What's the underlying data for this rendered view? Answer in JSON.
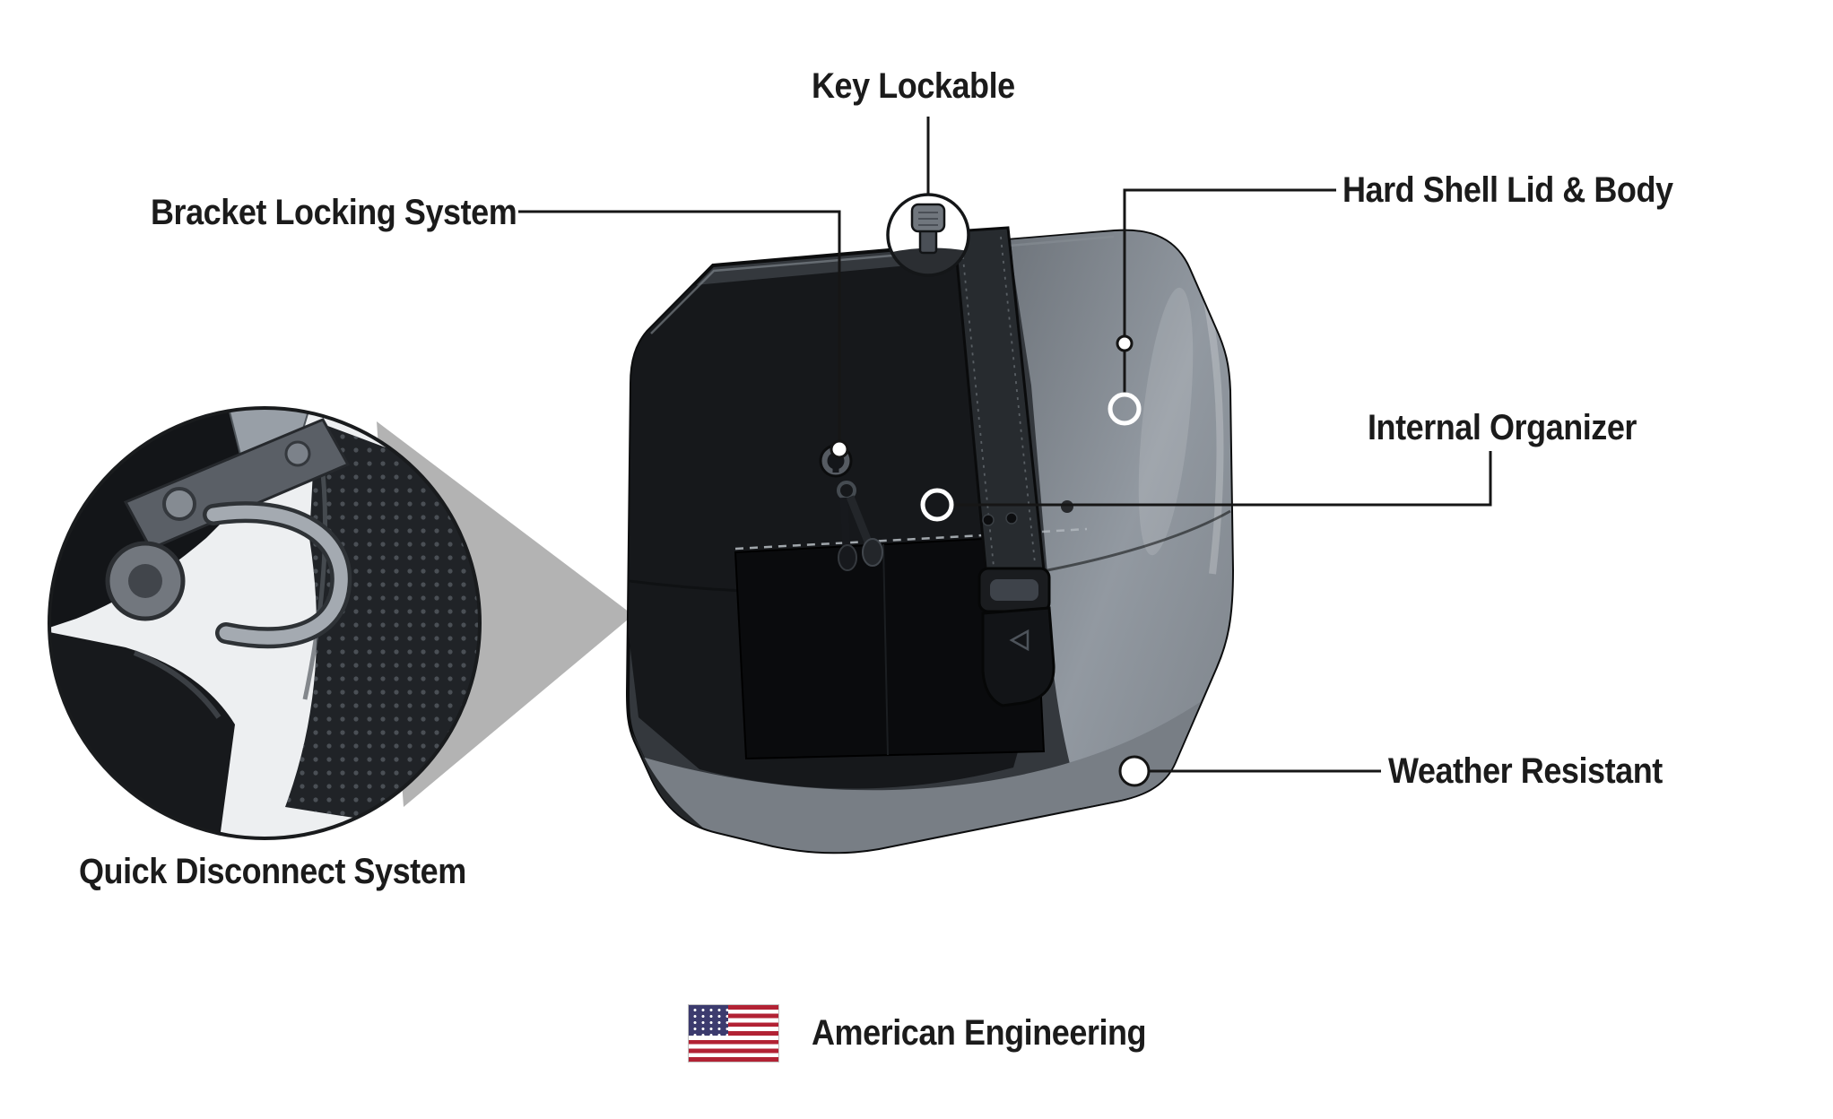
{
  "page": {
    "background_color": "#ffffff",
    "text_color": "#1b1b1b",
    "line_color": "#1a1a1a"
  },
  "callouts": {
    "key_lockable": {
      "label": "Key Lockable"
    },
    "bracket_locking_system": {
      "label": "Bracket Locking System"
    },
    "hard_shell_lid_body": {
      "label": "Hard Shell Lid & Body"
    },
    "internal_organizer": {
      "label": "Internal Organizer"
    },
    "weather_resistant": {
      "label": "Weather Resistant"
    },
    "quick_disconnect_system": {
      "label": "Quick Disconnect System"
    }
  },
  "footer": {
    "label": "American Engineering",
    "flag_icon": "us-flag",
    "flag_colors": {
      "red": "#b22234",
      "white": "#ffffff",
      "blue": "#3c3b6e"
    }
  },
  "illustration": {
    "subject": "hard-shell-saddlebag",
    "inset_subject": "quick-disconnect-mounting-hardware",
    "colors": {
      "bag_dark": "#16181b",
      "bag_mid": "#34383d",
      "bag_light": "#9299a1",
      "wedge_gray": "#b3b3b3"
    }
  }
}
